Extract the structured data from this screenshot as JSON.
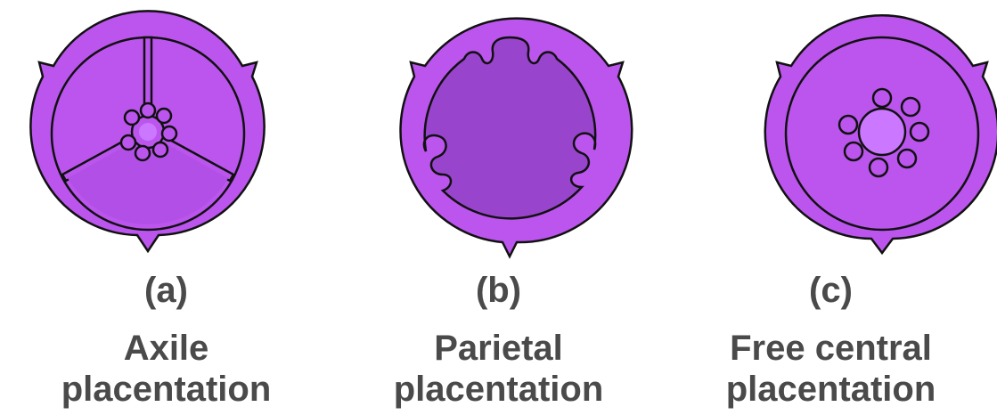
{
  "colors": {
    "wall": "#bb55ee",
    "chamber": "#bb55ee",
    "chamber_dark": "#9944cc",
    "outline": "#111111",
    "text": "#4a4a4a",
    "placenta_light": "#cc77ff"
  },
  "panels": [
    {
      "letter": "(a)",
      "name_line1": "Axile",
      "name_line2": "placentation"
    },
    {
      "letter": "(b)",
      "name_line1": "Parietal",
      "name_line2": "placentation"
    },
    {
      "letter": "(c)",
      "name_line1": "Free central",
      "name_line2": "placentation"
    }
  ]
}
